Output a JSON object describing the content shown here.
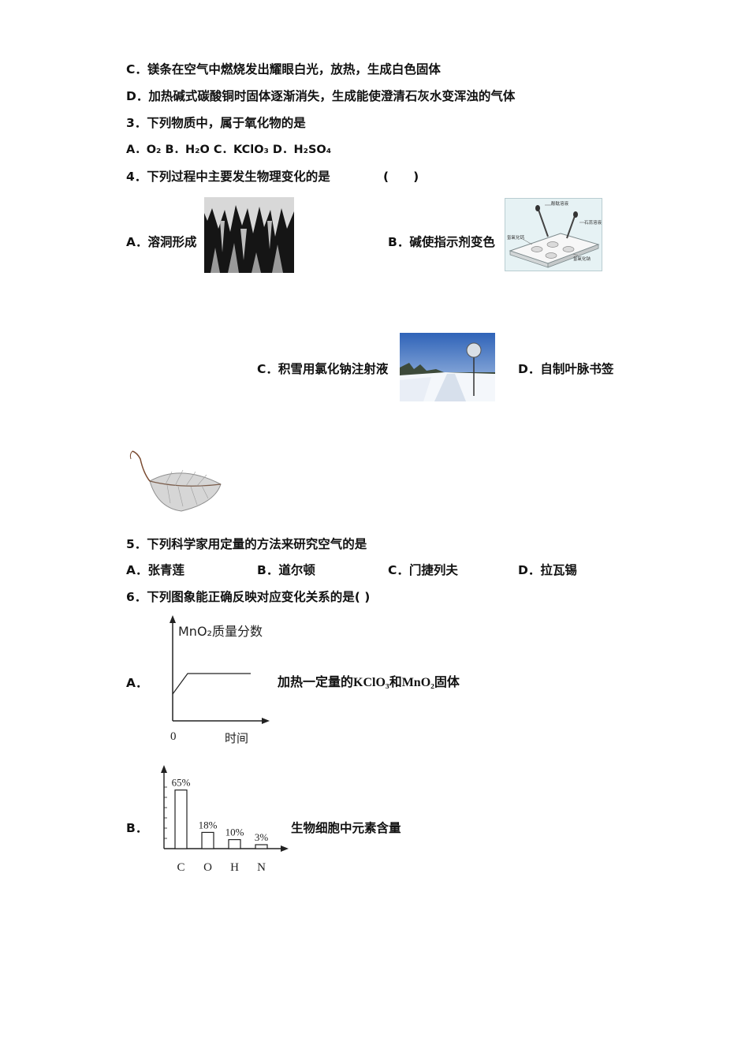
{
  "lines": {
    "q2c": "C．镁条在空气中燃烧发出耀眼白光，放热，生成白色固体",
    "q2d": "D．加热碱式碳酸铜时固体逐渐消失，生成能使澄清石灰水变浑浊的气体",
    "q3": "3．下列物质中，属于氧化物的是",
    "q3_opts": "A．O₂  B．H₂O  C．KClO₃  D．H₂SO₄",
    "q4": "4．下列过程中主要发生物理变化的是",
    "q4_paren": "(　　)",
    "q4a": "A．溶洞形成",
    "q4b": "B．碱使指示剂变色",
    "q4c": "C．积雪用氯化钠注射液",
    "q4d": "D．自制叶脉书签",
    "q5": "5．下列科学家用定量的方法来研究空气的是",
    "q5a": "A．张青莲",
    "q5b": "B．道尔顿",
    "q5c": "C．门捷列夫",
    "q5d": "D．拉瓦锡",
    "q6": "6．下列图象能正确反映对应变化关系的是( )",
    "q6a_label": "A．",
    "q6a_desc": "加热一定量的KClO₃和MnO₂固体",
    "q6b_label": "B．",
    "q6b_desc": "生物细胞中元素含量"
  },
  "plate_labels": {
    "top": "酚酞溶液",
    "right": "石蕊溶液",
    "left": "氢氧化钙",
    "bottom": "氢氧化钠"
  },
  "chart_a": {
    "type": "line",
    "ylabel": "MnO₂质量分数",
    "xlabel": "时间",
    "origin": "0"
  },
  "chart_data": {
    "type": "bar",
    "categories": [
      "C",
      "O",
      "H",
      "N"
    ],
    "values": [
      65,
      18,
      10,
      3
    ],
    "value_labels": [
      "65%",
      "18%",
      "10%",
      "3%"
    ],
    "ylim": [
      0,
      70
    ]
  }
}
